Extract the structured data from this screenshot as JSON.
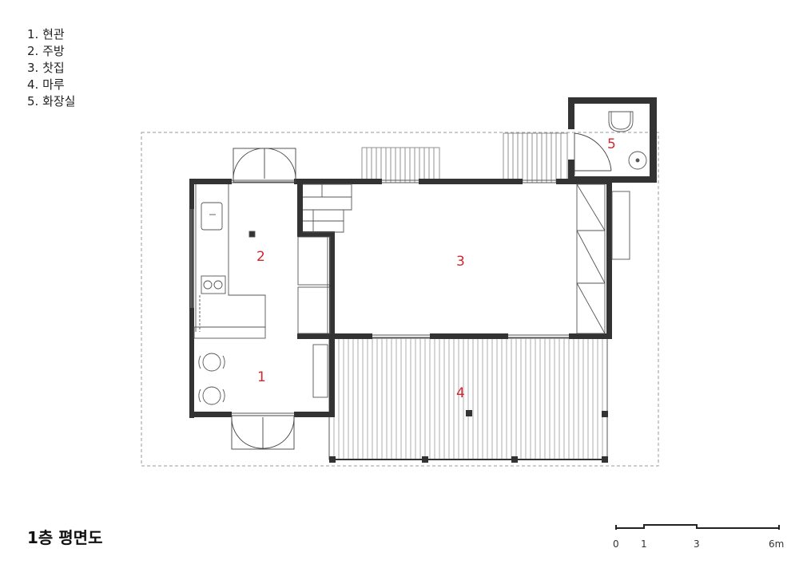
{
  "legend": [
    "1. 현관",
    "2. 주방",
    "3. 찻집",
    "4. 마루",
    "5. 화장실"
  ],
  "rooms": [
    "1",
    "2",
    "3",
    "4",
    "5"
  ],
  "title": "1층 평면도",
  "scale": {
    "labels": [
      "0",
      "1",
      "3",
      "6m"
    ]
  },
  "colors": {
    "wall": "#333333",
    "room_number": "#d0282e",
    "line": "#9a9a9a"
  }
}
